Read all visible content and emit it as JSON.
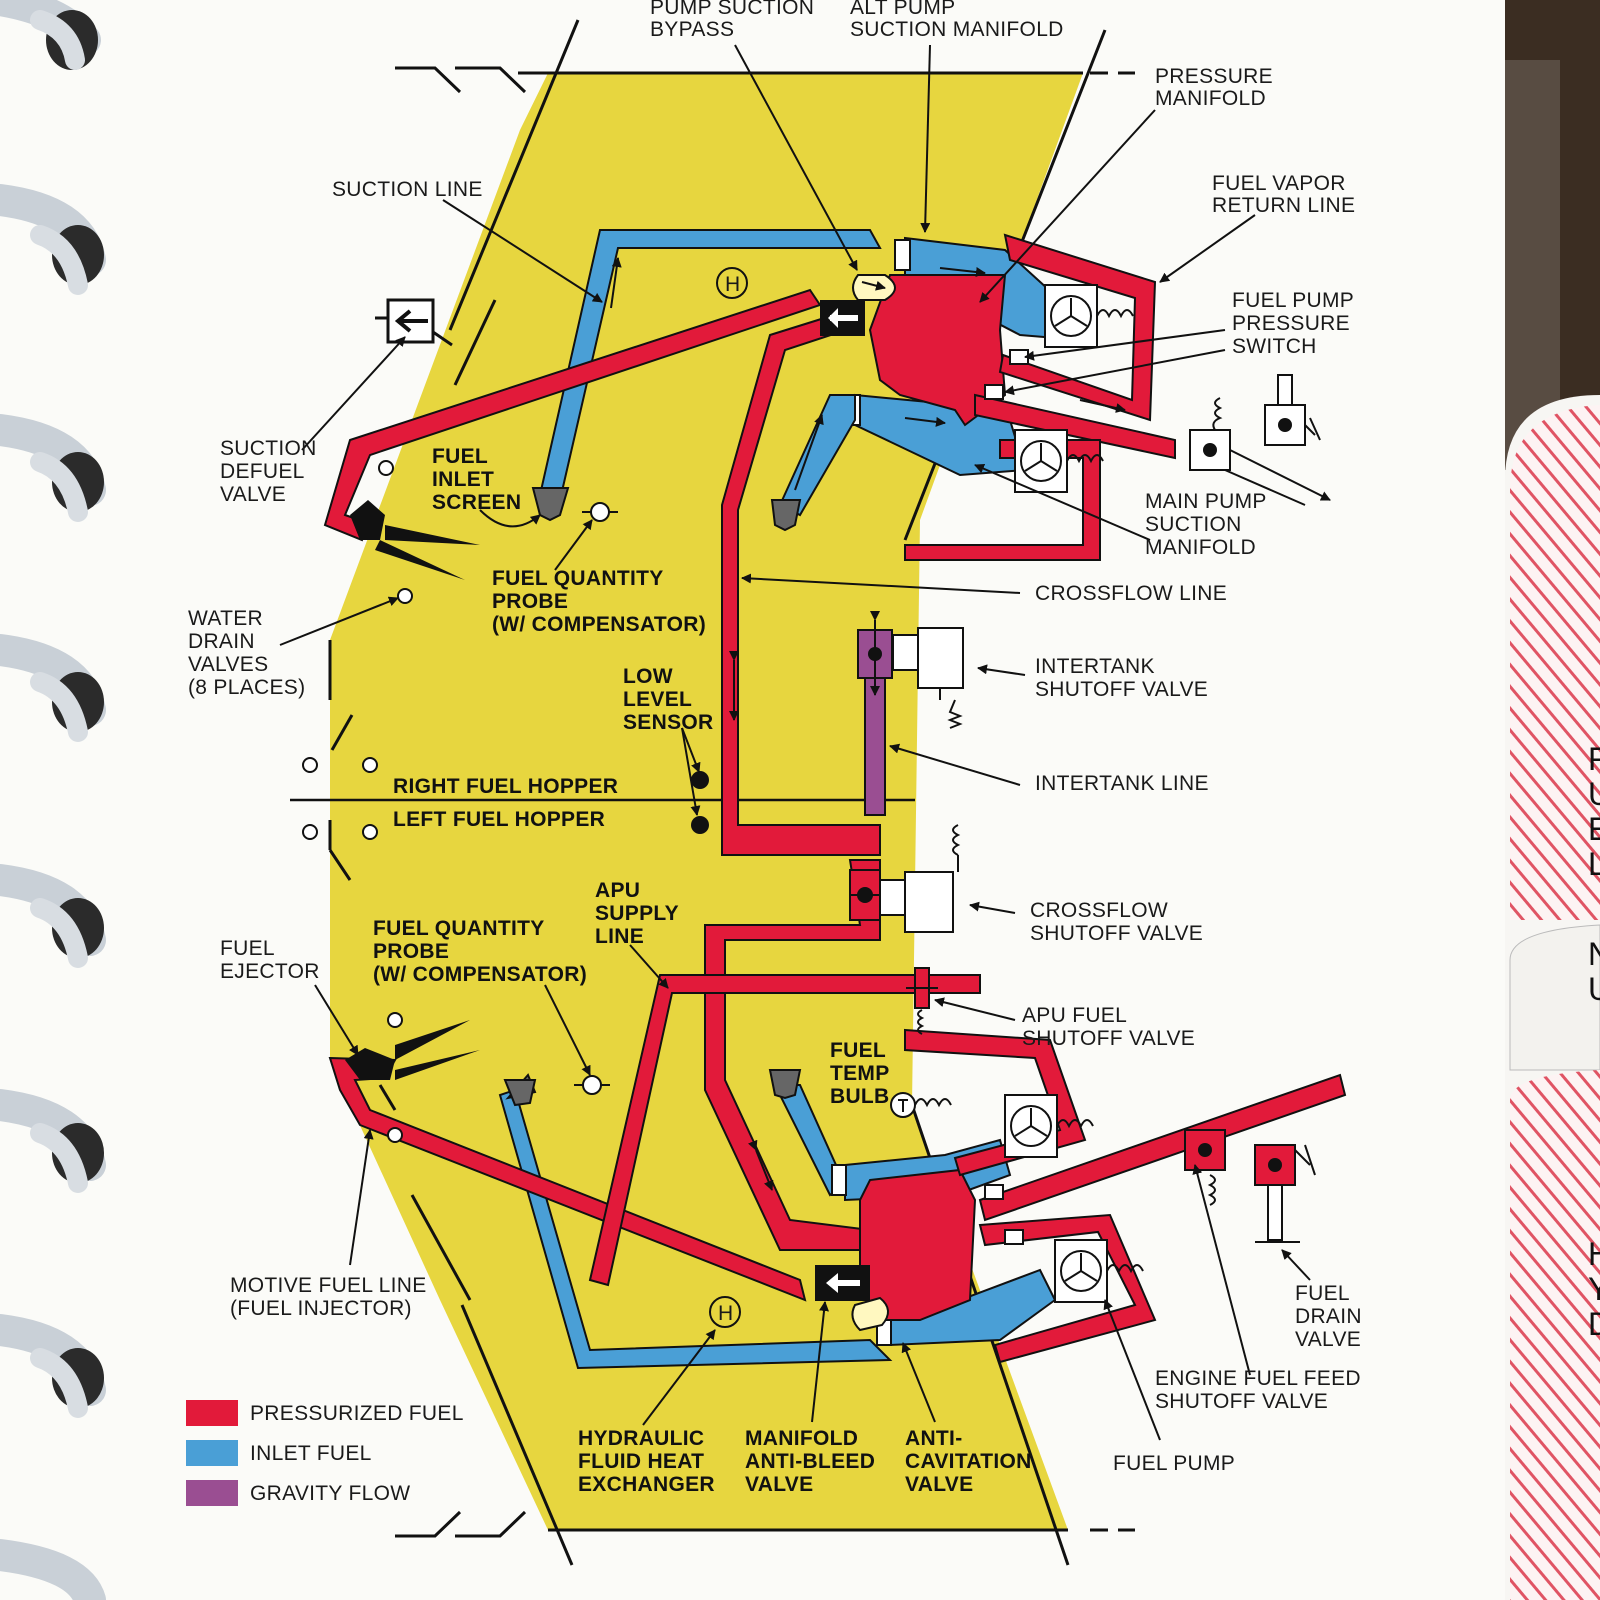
{
  "colors": {
    "tank_yellow": "#e7d63f",
    "pressurized": "#e21a3a",
    "inlet": "#4a9fd6",
    "gravity": "#9a4e92",
    "outline": "#111111",
    "binder_coil": "#c9d0d7",
    "tab_stripes": "#e05464"
  },
  "labels": {
    "pump_suction_bypass": [
      "PUMP SUCTION",
      "BYPASS"
    ],
    "alt_pump_suction_manifold": [
      "ALT PUMP",
      "SUCTION MANIFOLD"
    ],
    "pressure_manifold": [
      "PRESSURE",
      "MANIFOLD"
    ],
    "fuel_vapor_return_line": [
      "FUEL VAPOR",
      "RETURN LINE"
    ],
    "suction_line": [
      "SUCTION LINE"
    ],
    "fuel_pump_pressure_switch": [
      "FUEL PUMP",
      "PRESSURE",
      "SWITCH"
    ],
    "suction_defuel_valve": [
      "SUCTION",
      "DEFUEL",
      "VALVE"
    ],
    "fuel_inlet_screen": [
      "FUEL",
      "INLET",
      "SCREEN"
    ],
    "main_pump_suction_manifold": [
      "MAIN PUMP",
      "SUCTION",
      "MANIFOLD"
    ],
    "fuel_quantity_probe_upper": [
      "FUEL QUANTITY",
      "PROBE",
      "(W/ COMPENSATOR)"
    ],
    "crossflow_line": [
      "CROSSFLOW LINE"
    ],
    "water_drain_valves": [
      "WATER",
      "DRAIN",
      "VALVES",
      "(8 PLACES)"
    ],
    "intertank_shutoff_valve": [
      "INTERTANK",
      "SHUTOFF VALVE"
    ],
    "low_level_sensor": [
      "LOW",
      "LEVEL",
      "SENSOR"
    ],
    "intertank_line": [
      "INTERTANK LINE"
    ],
    "right_fuel_hopper": [
      "RIGHT FUEL HOPPER"
    ],
    "left_fuel_hopper": [
      "LEFT FUEL HOPPER"
    ],
    "apu_supply_line": [
      "APU",
      "SUPPLY",
      "LINE"
    ],
    "crossflow_shutoff_valve": [
      "CROSSFLOW",
      "SHUTOFF VALVE"
    ],
    "fuel_quantity_probe_lower": [
      "FUEL QUANTITY",
      "PROBE",
      "(W/ COMPENSATOR)"
    ],
    "fuel_ejector": [
      "FUEL",
      "EJECTOR"
    ],
    "apu_fuel_shutoff_valve": [
      "APU FUEL",
      "SHUTOFF VALVE"
    ],
    "fuel_temp_bulb": [
      "FUEL",
      "TEMP",
      "BULB"
    ],
    "motive_fuel_line": [
      "MOTIVE FUEL LINE",
      "(FUEL INJECTOR)"
    ],
    "fuel_drain_valve": [
      "FUEL",
      "DRAIN",
      "VALVE"
    ],
    "engine_fuel_feed_shutoff_valve": [
      "ENGINE FUEL FEED",
      "SHUTOFF VALVE"
    ],
    "hydraulic_fluid_heat_exchanger": [
      "HYDRAULIC",
      "FLUID HEAT",
      "EXCHANGER"
    ],
    "manifold_anti_bleed_valve": [
      "MANIFOLD",
      "ANTI-BLEED",
      "VALVE"
    ],
    "anti_cavitation_valve": [
      "ANTI-",
      "CAVITATION",
      "VALVE"
    ],
    "fuel_pump": [
      "FUEL PUMP"
    ]
  },
  "symbols": {
    "heat_exchanger_mark": "H"
  },
  "legend": [
    {
      "label": "PRESSURIZED FUEL",
      "color": "#e21a3a"
    },
    {
      "label": "INLET FUEL",
      "color": "#4a9fd6"
    },
    {
      "label": "GRAVITY FLOW",
      "color": "#9a4e92"
    }
  ],
  "side_tabs": {
    "upper": [
      "F",
      "U",
      "E",
      "L"
    ],
    "middle": [
      "N",
      "U"
    ],
    "lower": [
      "H",
      "Y",
      "D"
    ]
  }
}
